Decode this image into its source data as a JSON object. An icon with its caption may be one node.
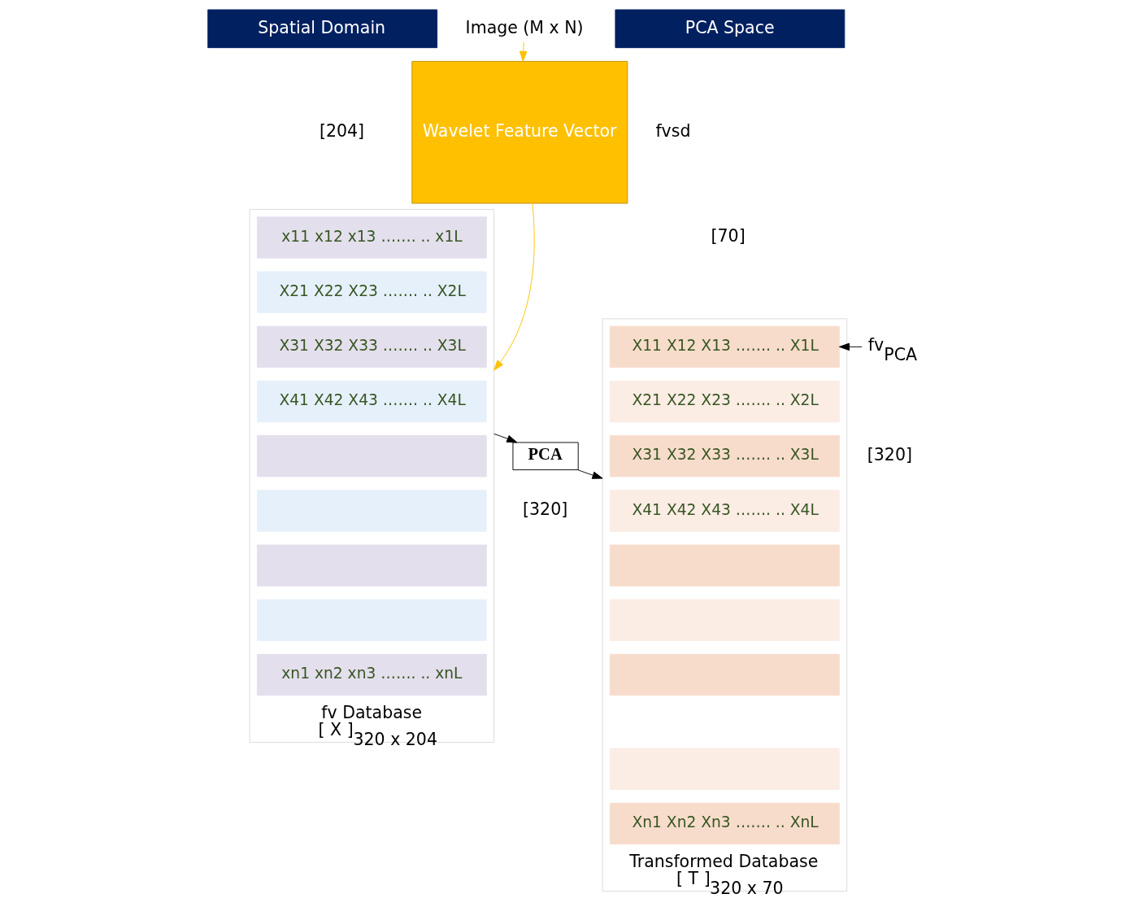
{
  "diagram": {
    "nodes": [
      {
        "text": [
          "Spatial Domain"
        ]
      },
      {
        "text": [
          "PCA Space"
        ]
      },
      {
        "text": [
          "Image (M x N)"
        ]
      },
      {
        "text": [
          "Wavelet Feature Vector"
        ],
        "beside": [
          "fvsd"
        ]
      },
      {
        "text": [
          "fv Database",
          "[ X ]$_{320 x 204}$"
        ]
      },
      {
        "text": [
          "x11 x12 x13 ……. .. x1L"
        ],
        "in": 4
      },
      {
        "text": [
          "X21 X22 X23 ……. .. X2L"
        ],
        "in": 4
      },
      {
        "text": [
          "X31 X32 X33 ……. .. X3L"
        ],
        "in": 4
      },
      {
        "text": [
          "X41 X42 X43 ……. .. X4L"
        ],
        "in": 4
      },
      {
        "text": [],
        "shape": "bar",
        "in": 4
      },
      {
        "text": [],
        "shape": "bar",
        "in": 4
      },
      {
        "text": [],
        "shape": "bar",
        "in": 4
      },
      {
        "text": [],
        "shape": "bar",
        "in": 4
      },
      {
        "text": [
          "xn1 xn2 xn3 ……. .. xnL"
        ],
        "in": 4
      },
      {
        "text": [
          "PCA"
        ]
      },
      {
        "text": [
          "fv$_{PCA}$"
        ]
      },
      {
        "text": [
          "Transformed Database",
          "[ T ]$_{320 x 70}$"
        ]
      },
      {
        "text": [
          "X11 X12 X13 ……. .. X1L"
        ],
        "in": 16
      },
      {
        "text": [
          "X21 X22 X23 ……. .. X2L"
        ],
        "in": 16
      },
      {
        "text": [
          "X31 X32 X33 ……. .. X3L"
        ],
        "in": 16
      },
      {
        "text": [
          "X41 X42 X43 ……. .. X4L"
        ],
        "in": 16
      },
      {
        "text": [],
        "shape": "bar",
        "in": 16
      },
      {
        "text": [],
        "shape": "bar",
        "in": 16
      },
      {
        "text": [],
        "shape": "bar",
        "in": 16
      },
      {
        "text": [],
        "shape": "bar",
        "in": 16
      },
      {
        "text": [
          "Xn1 Xn2 Xn3 ……. .. XnL"
        ],
        "in": 16
      }
    ],
    "edges": [
      {
        "from": 2,
        "to": 3,
        "arrow": "to",
        "color": "#ffc000"
      },
      {
        "from": 3,
        "to": 4,
        "arrow": "to",
        "color": "#ffc000"
      },
      {
        "from": 4,
        "to": 14,
        "arrow": "to"
      },
      {
        "from": 14,
        "to": 16,
        "arrow": "to"
      },
      {
        "from": 15,
        "to": 17,
        "arrow": "to"
      }
    ],
    "labels": [
      "[204]",
      "[70]",
      "[320]",
      "[320]"
    ]
  }
}
